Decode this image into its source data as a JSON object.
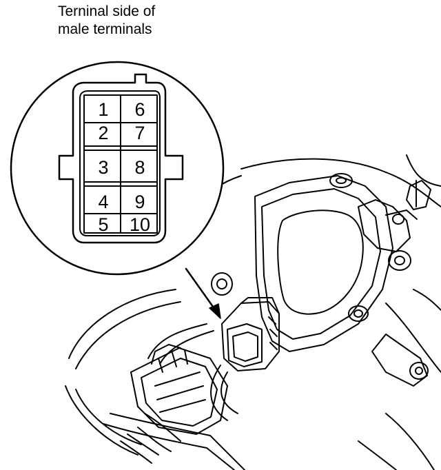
{
  "caption": {
    "line1": "Terninal side of",
    "line2": "male terminals"
  },
  "connector": {
    "pins": [
      {
        "left": "1",
        "right": "6"
      },
      {
        "left": "2",
        "right": "7"
      },
      {
        "left": "3",
        "right": "8"
      },
      {
        "left": "4",
        "right": "9"
      },
      {
        "left": "5",
        "right": "10"
      }
    ]
  }
}
